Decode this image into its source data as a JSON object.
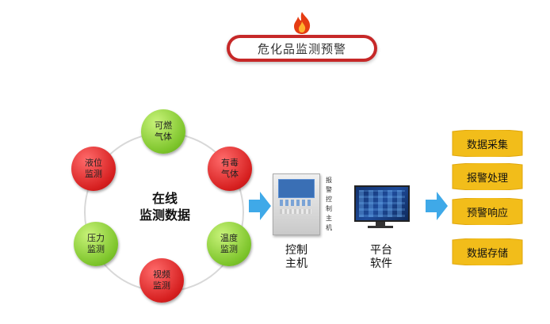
{
  "title": "危化品监测预警",
  "center_label_line1": "在线",
  "center_label_line2": "监测数据",
  "nodes": [
    {
      "label": "可燃\n气体",
      "color": "#7cc42a"
    },
    {
      "label": "有毒\n气体",
      "color": "#d61f1f"
    },
    {
      "label": "温度\n监测",
      "color": "#7cc42a"
    },
    {
      "label": "视频\n监测",
      "color": "#d61f1f"
    },
    {
      "label": "压力\n监测",
      "color": "#7cc42a"
    },
    {
      "label": "液位\n监测",
      "color": "#d61f1f"
    }
  ],
  "controller": {
    "vertical_text": "报警控制主机",
    "label": "控制\n主机"
  },
  "platform": {
    "label": "平台\n软件"
  },
  "outputs": [
    "数据采集",
    "报警处理",
    "预警响应",
    "数据存储"
  ],
  "colors": {
    "title_accent": "#c62828",
    "arrow": "#3fa9e8",
    "banner": "#f2bd1a"
  }
}
